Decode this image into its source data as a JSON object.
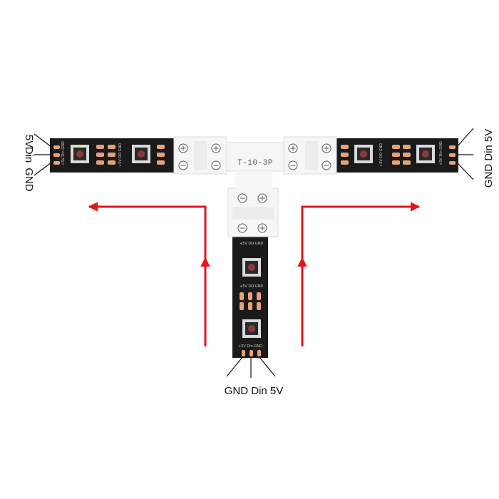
{
  "connector": {
    "model": "T-10-3P",
    "plus_symbol": "⊕",
    "minus_symbol": "⊖"
  },
  "strip": {
    "pad_labels_a": "+5V Din GND",
    "pad_labels_b": "+5V DO GND"
  },
  "labels": {
    "left": {
      "v5": "5V",
      "din": "Din",
      "gnd": "GND"
    },
    "right": "GND Din 5V",
    "bottom": "GND Din 5V"
  },
  "colors": {
    "arrow": "#e3141b",
    "pcb": "#1a1a1a",
    "pad": "#e8a27a",
    "led_frame": "#d9d9d9",
    "connector": "#f6f6f6"
  },
  "icons": [
    "flow-arrow-icon",
    "plus-terminal-icon",
    "minus-terminal-icon",
    "led-chip-icon"
  ]
}
